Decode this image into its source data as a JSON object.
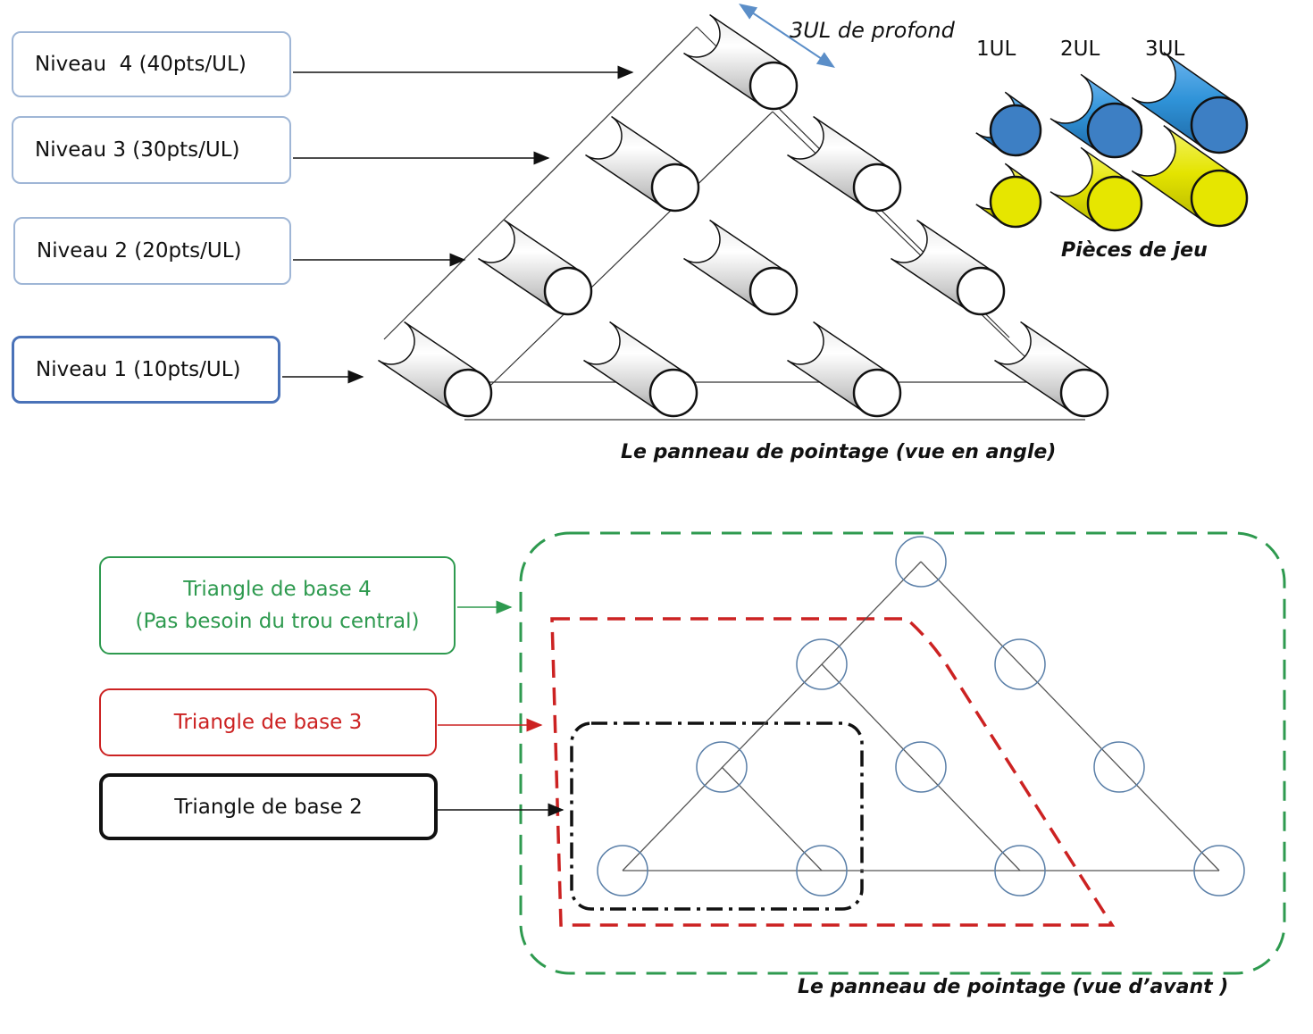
{
  "levels": [
    {
      "label": "Niveau  4 (40pts/UL)"
    },
    {
      "label": "Niveau 3 (30pts/UL)"
    },
    {
      "label": "Niveau 2 (20pts/UL)"
    },
    {
      "label": "Niveau 1 (10pts/UL)"
    }
  ],
  "depth_label": "3UL de profond",
  "pieces": {
    "sizes": [
      "1UL",
      "2UL",
      "3UL"
    ],
    "caption": "Pièces de jeu",
    "colors": {
      "blue": "#3d7fc4",
      "yellow": "#e6e600"
    }
  },
  "angle_view_caption": "Le panneau de pointage (vue en angle)",
  "triangles": [
    {
      "line1": "Triangle de base 4",
      "line2": "(Pas besoin du trou central)",
      "color": "#2e9a4f"
    },
    {
      "line1": "Triangle de base 3",
      "line2": "",
      "color": "#cc2222"
    },
    {
      "line1": "Triangle de base 2",
      "line2": "",
      "color": "#111111"
    }
  ],
  "front_view_caption": "Le panneau de pointage (vue d’avant )"
}
